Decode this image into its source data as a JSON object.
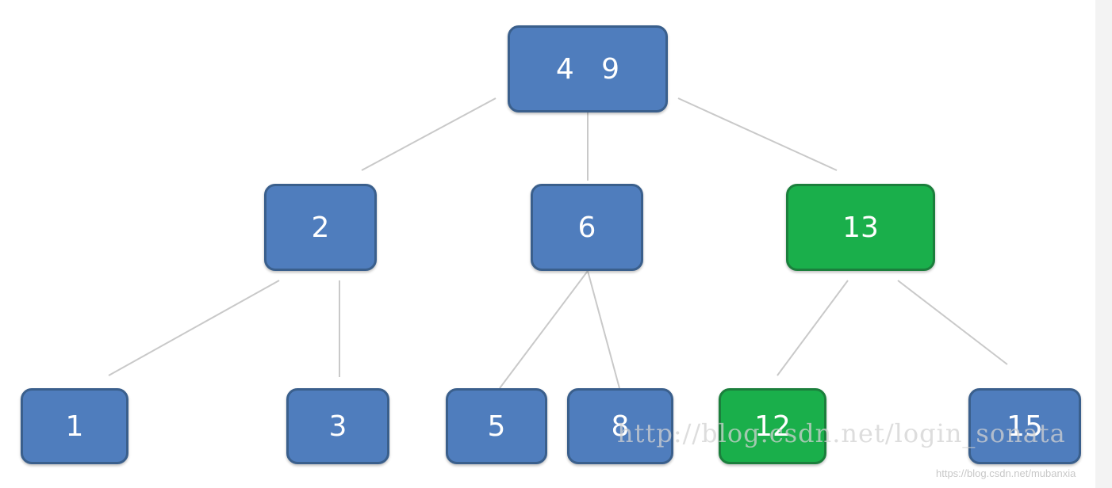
{
  "colors": {
    "node_blue": "#4f7dbd",
    "node_green": "#1aaf4b",
    "edge": "#c9c9c9"
  },
  "nodes": {
    "root": {
      "label": "4   9",
      "color": "blue"
    },
    "n2": {
      "label": "2",
      "color": "blue"
    },
    "n6": {
      "label": "6",
      "color": "blue"
    },
    "n13": {
      "label": "13",
      "color": "green"
    },
    "n1": {
      "label": "1",
      "color": "blue"
    },
    "n3": {
      "label": "3",
      "color": "blue"
    },
    "n5": {
      "label": "5",
      "color": "blue"
    },
    "n8": {
      "label": "8",
      "color": "blue"
    },
    "n12": {
      "label": "12",
      "color": "green"
    },
    "n15": {
      "label": "15",
      "color": "blue"
    }
  },
  "edges": [
    [
      "root",
      "n2"
    ],
    [
      "root",
      "n6"
    ],
    [
      "root",
      "n13"
    ],
    [
      "n2",
      "n1"
    ],
    [
      "n2",
      "n3"
    ],
    [
      "n6",
      "n5"
    ],
    [
      "n6",
      "n8"
    ],
    [
      "n13",
      "n12"
    ],
    [
      "n13",
      "n15"
    ]
  ],
  "watermark": {
    "main": "http://blog.csdn.net/login_sonata",
    "small": "https://blog.csdn.net/mubanxia"
  }
}
